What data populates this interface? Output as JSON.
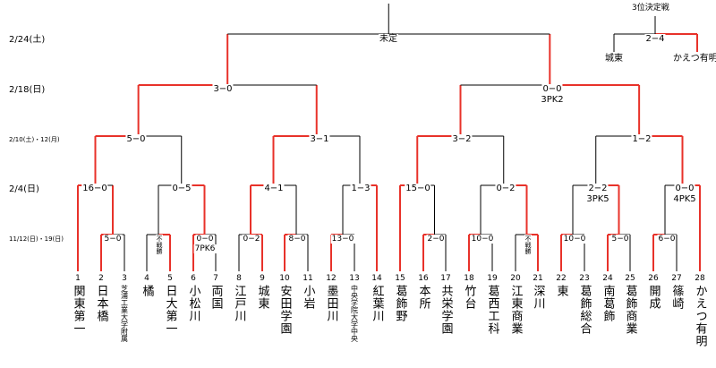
{
  "dates": {
    "final": "2/24(土)",
    "semi": "2/18(日)",
    "quarter": "2/10(土)・12(月)",
    "r16": "2/4(日)",
    "r1": "11/12(日)・19(日)"
  },
  "final_label": "未定",
  "third_place": {
    "title": "3位決定戦",
    "score": "2−4",
    "left": "城東",
    "right": "かえつ有明"
  },
  "scores": {
    "sf_left": "3−0",
    "sf_right": "0−0",
    "sf_right_pk": "3PK2",
    "qf1": "5−0",
    "qf2": "3−1",
    "qf3": "3−2",
    "qf4": "1−2",
    "r16_1": "16−0",
    "r16_2": "0−5",
    "r16_3": "4−1",
    "r16_4": "1−3",
    "r16_5": "15−0",
    "r16_6": "0−2",
    "r16_7": "2−2",
    "r16_7_pk": "3PK5",
    "r16_8": "0−0",
    "r16_8_pk": "4PK5",
    "r1_a": "5−0",
    "r1_b": "不戦勝",
    "r1_c": "0−0",
    "r1_c_pk": "7PK6",
    "r1_d": "0−2",
    "r1_e": "8−0",
    "r1_f": "13−0",
    "r1_g": "2−0",
    "r1_h": "10−0",
    "r1_i": "不戦勝",
    "r1_j": "10−0",
    "r1_k": "5−0",
    "r1_l": "6−0"
  },
  "teams": [
    {
      "num": "1",
      "name": "関東第一"
    },
    {
      "num": "2",
      "name": "日本橋"
    },
    {
      "num": "3",
      "name": "芝浦工業大学附属"
    },
    {
      "num": "4",
      "name": "橘"
    },
    {
      "num": "5",
      "name": "日大第一"
    },
    {
      "num": "6",
      "name": "小松川"
    },
    {
      "num": "7",
      "name": "両国"
    },
    {
      "num": "8",
      "name": "江戸川"
    },
    {
      "num": "9",
      "name": "城東"
    },
    {
      "num": "10",
      "name": "安田学園"
    },
    {
      "num": "11",
      "name": "小岩"
    },
    {
      "num": "12",
      "name": "墨田川"
    },
    {
      "num": "13",
      "name": "中央学院大学中央"
    },
    {
      "num": "14",
      "name": "紅葉川"
    },
    {
      "num": "15",
      "name": "葛飾野"
    },
    {
      "num": "16",
      "name": "本所"
    },
    {
      "num": "17",
      "name": "共栄学園"
    },
    {
      "num": "18",
      "name": "竹台"
    },
    {
      "num": "19",
      "name": "葛西工科"
    },
    {
      "num": "20",
      "name": "江東商業"
    },
    {
      "num": "21",
      "name": "深川"
    },
    {
      "num": "22",
      "name": "東"
    },
    {
      "num": "23",
      "name": "葛飾総合"
    },
    {
      "num": "24",
      "name": "南葛飾"
    },
    {
      "num": "25",
      "name": "葛飾商業"
    },
    {
      "num": "26",
      "name": "開成"
    },
    {
      "num": "27",
      "name": "篠崎"
    },
    {
      "num": "28",
      "name": "かえつ有明"
    }
  ],
  "colors": {
    "winner_line": "#e8322a",
    "line": "#000000"
  }
}
